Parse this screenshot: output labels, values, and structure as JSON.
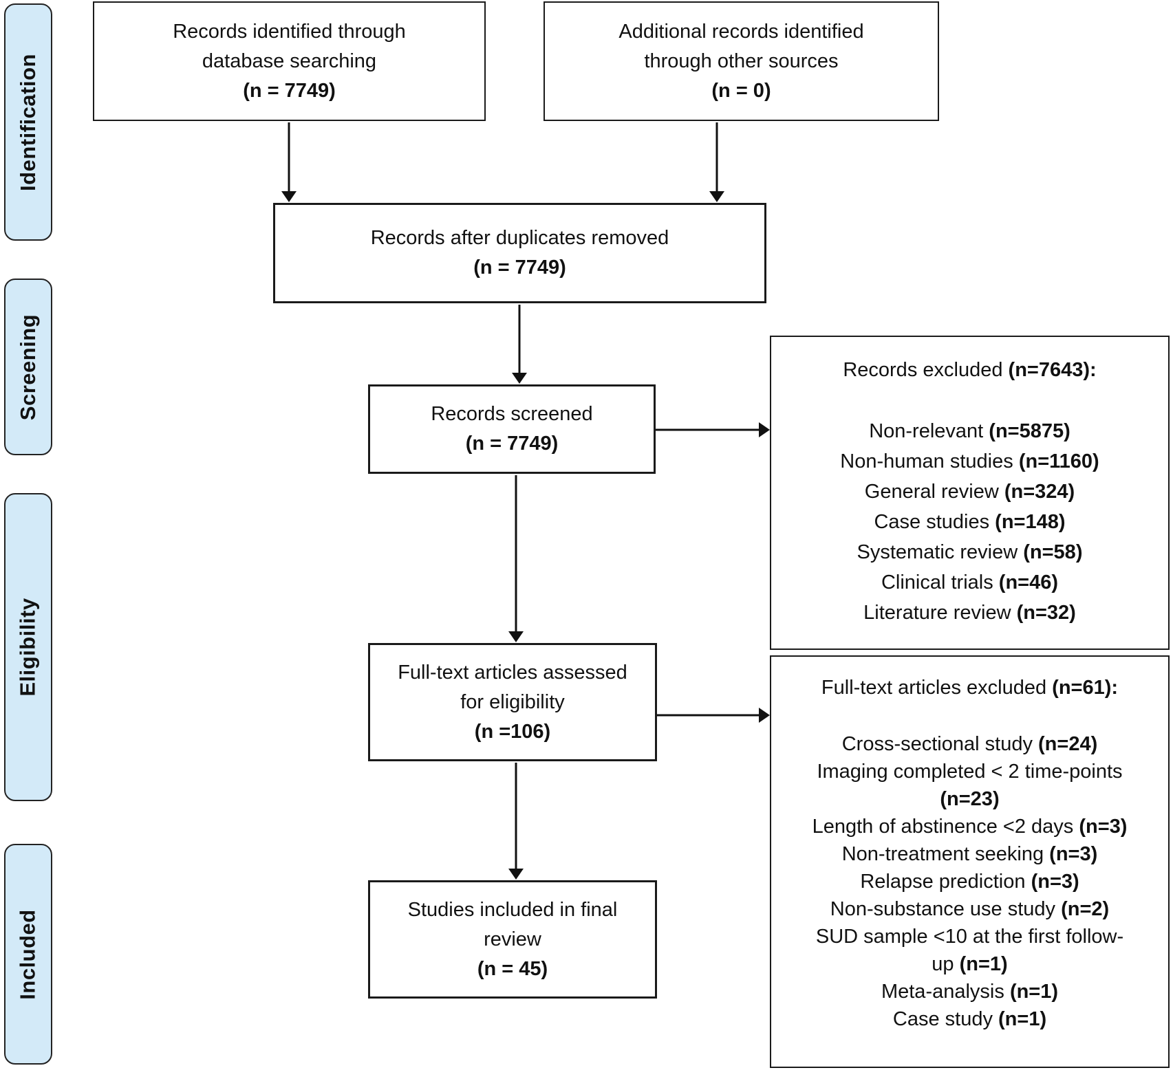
{
  "stages": [
    {
      "label": "Identification"
    },
    {
      "label": "Screening"
    },
    {
      "label": "Eligibility"
    },
    {
      "label": "Included"
    }
  ],
  "boxes": {
    "identified": {
      "line1": "Records identified through",
      "line2": "database searching",
      "count": "(n = 7749)"
    },
    "additional": {
      "line1": "Additional records identified",
      "line2": "through other sources",
      "count": "(n = 0)"
    },
    "duplicates": {
      "line1": "Records after duplicates removed",
      "count": "(n = 7749)"
    },
    "screened": {
      "line1": "Records screened",
      "count": "(n = 7749)"
    },
    "fulltext": {
      "line1": "Full-text articles assessed",
      "line2": "for eligibility",
      "count": "(n =106)"
    },
    "included_final": {
      "line1": "Studies included in final",
      "line2": "review",
      "count": "(n = 45)"
    }
  },
  "excluded_records": {
    "title": "Records excluded",
    "title_count": "(n=7643):",
    "items": [
      {
        "label": "Non-relevant",
        "count": "(n=5875)"
      },
      {
        "label": "Non-human studies",
        "count": "(n=1160)"
      },
      {
        "label": "General review",
        "count": "(n=324)"
      },
      {
        "label": "Case studies",
        "count": "(n=148)"
      },
      {
        "label": "Systematic review",
        "count": "(n=58)"
      },
      {
        "label": "Clinical trials",
        "count": "(n=46)"
      },
      {
        "label": "Literature review",
        "count": "(n=32)"
      }
    ]
  },
  "excluded_fulltext": {
    "title": "Full-text articles excluded",
    "title_count": "(n=61):",
    "items": [
      {
        "label": "Cross-sectional study",
        "count": "(n=24)"
      },
      {
        "label": "Imaging completed < 2 time-points",
        "count": "(n=23)"
      },
      {
        "label": "Length of abstinence <2 days",
        "count": "(n=3)"
      },
      {
        "label": "Non-treatment seeking",
        "count": "(n=3)"
      },
      {
        "label": "Relapse prediction",
        "count": "(n=3)"
      },
      {
        "label": "Non-substance use study",
        "count": "(n=2)"
      },
      {
        "label": "SUD sample <10 at the first follow-up",
        "count": "(n=1)"
      },
      {
        "label": "Meta-analysis",
        "count": "(n=1)"
      },
      {
        "label": "Case study",
        "count": "(n=1)"
      }
    ]
  },
  "colors": {
    "stage_fill": "#d3eaf8",
    "box_border": "#1a1a1a",
    "arrow": "#111111"
  }
}
